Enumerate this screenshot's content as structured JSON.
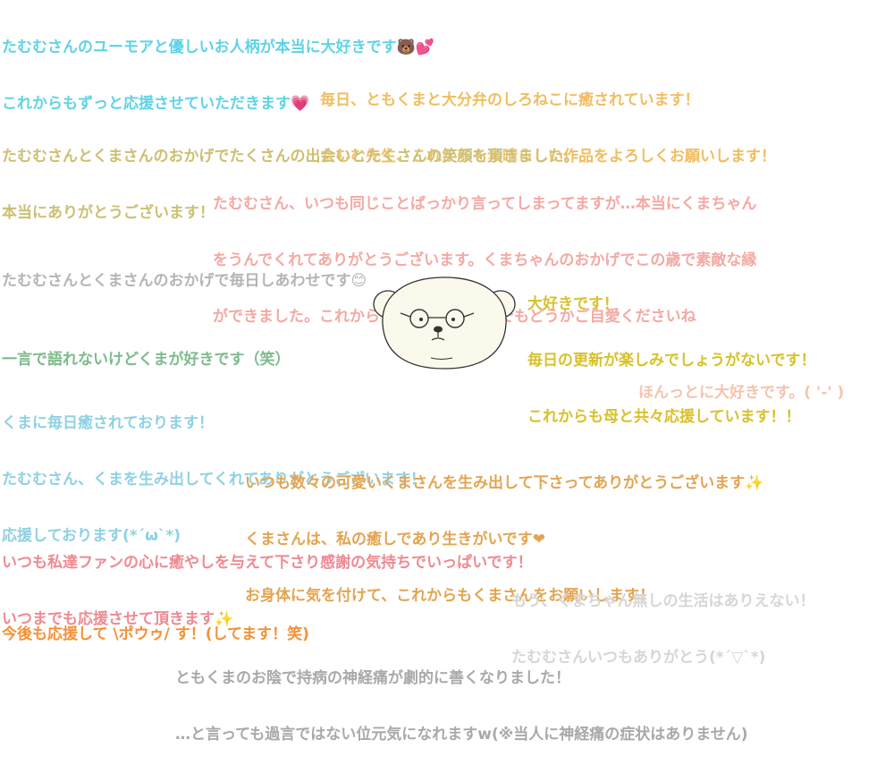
{
  "messages": [
    {
      "id": "m1",
      "color": "#5fd3e6",
      "lines": [
        "たむむさんのユーモアと優しいお人柄が本当に大好きです🐻💕",
        "これからもずっと応援させていただきます💗"
      ]
    },
    {
      "id": "m2",
      "color": "#f1bd5f",
      "lines": [
        "毎日、ともくまと大分弁のしろねこに癒されています！",
        "たむむ先生、これからも素晴らしい作品をよろしくお願いします！"
      ]
    },
    {
      "id": "m3",
      "color": "#cdbf72",
      "lines": [
        "たむむさんとくまさんのおかげでたくさんの出会いとたくさんの笑顔を頂きました。",
        "本当にありがとうございます！"
      ]
    },
    {
      "id": "m4",
      "color": "#f4a9a3",
      "lines": [
        "たむむさん、いつも同じことばっかり言ってしまってますが…本当にくまちゃん",
        "をうんでくれてありがとうございます。くまちゃんのおかげでこの歳で素敵な縁",
        "ができました。これからも応援してます。でもどうかご自愛くださいね"
      ]
    },
    {
      "id": "m5",
      "color": "#b5b5b5",
      "lines": [
        "たむむさんとくまさんのおかげで毎日しあわせです😊"
      ]
    },
    {
      "id": "m6",
      "color": "#d8c12a",
      "lines": [
        "大好きです！",
        "毎日の更新が楽しみでしょうがないです！",
        "これからも母と共々応援しています！！"
      ]
    },
    {
      "id": "m7",
      "color": "#7dbb8c",
      "lines": [
        "一言で語れないけどくまが好きです（笑）"
      ]
    },
    {
      "id": "m8",
      "color": "#f5c3ad",
      "lines": [
        "ほんっとに大好きです。( '-' )"
      ]
    },
    {
      "id": "m9",
      "color": "#8fd1e3",
      "lines": [
        "くまに毎日癒されております！",
        "たむむさん、くまを生み出してくれてありがとうございます！",
        "応援しております(*´ω`*)"
      ]
    },
    {
      "id": "m10",
      "color": "#e3a452",
      "lines": [
        "いつも数々の可愛いくまさんを生み出して下さってありがとうございます✨",
        "くまさんは、私の癒しであり生きがいです❤",
        "お身体に気を付けて、これからもくまさんをお願いします！"
      ]
    },
    {
      "id": "m11",
      "color": "#ee8a92",
      "lines": [
        "いつも私達ファンの心に癒やしを与えて下さり感謝の気持ちでいっぱいです！",
        "いつまでも応援させて頂きます✨"
      ]
    },
    {
      "id": "m12",
      "color": "#d6d6d6",
      "lines": [
        "もう、くまちゃん無しの生活はありえない！",
        "たむむさんいつもありがとう(*´▽`*)"
      ]
    },
    {
      "id": "m13",
      "color": "#f39137",
      "lines": [
        "今後も応援して \\ポウゥ/ す！(してます！笑)"
      ]
    },
    {
      "id": "m14",
      "color": "#a9a9a9",
      "lines": [
        "ともくまのお陰で持病の神経痛が劇的に善くなりました！",
        "…と言っても過言ではない位元気になれますw(※当人に神経痛の症状はありません)"
      ]
    }
  ],
  "illustration": {
    "icon": "bear-with-glasses-icon",
    "fill": "#fbf8ec",
    "stroke": "#333333"
  }
}
